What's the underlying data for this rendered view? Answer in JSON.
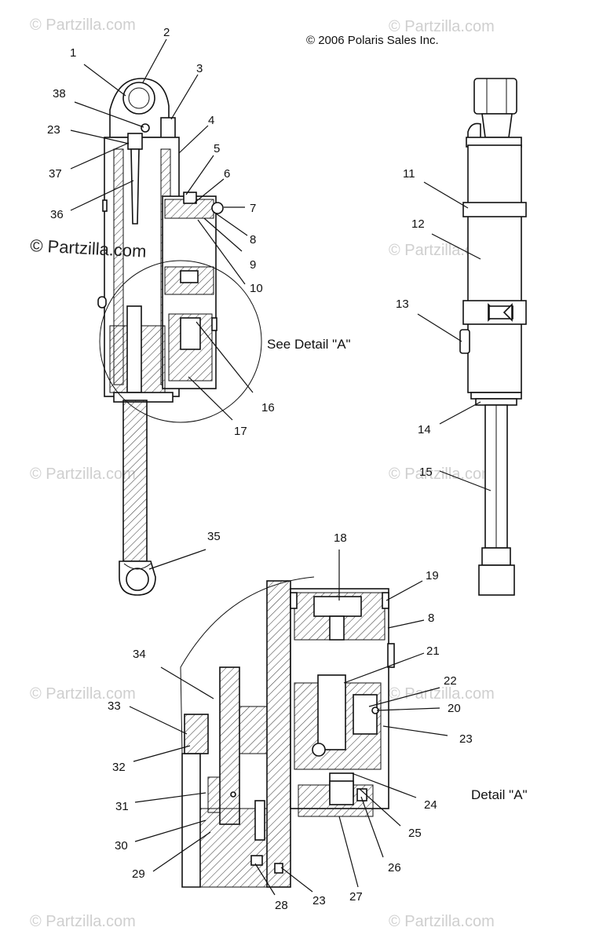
{
  "copyright": "© 2006 Polaris Sales Inc.",
  "watermark_main": "© Partzilla.com",
  "watermark_faint": "© Partzilla.com",
  "see_detail_label": "See Detail \"A\"",
  "detail_label": "Detail \"A\"",
  "callouts": {
    "c1": "1",
    "c2": "2",
    "c3": "3",
    "c4": "4",
    "c5": "5",
    "c6": "6",
    "c7": "7",
    "c8": "8",
    "c9": "9",
    "c10": "10",
    "c11": "11",
    "c12": "12",
    "c13": "13",
    "c14": "14",
    "c15": "15",
    "c16": "16",
    "c17": "17",
    "c18": "18",
    "c19": "19",
    "c8b": "8",
    "c20": "20",
    "c21": "21",
    "c22": "22",
    "c23": "23",
    "c23b": "23",
    "c23c": "23",
    "c24": "24",
    "c25": "25",
    "c26": "26",
    "c27": "27",
    "c28": "28",
    "c29": "29",
    "c30": "30",
    "c31": "31",
    "c32": "32",
    "c33": "33",
    "c34": "34",
    "c35": "35",
    "c36": "36",
    "c37": "37",
    "c38": "38"
  }
}
